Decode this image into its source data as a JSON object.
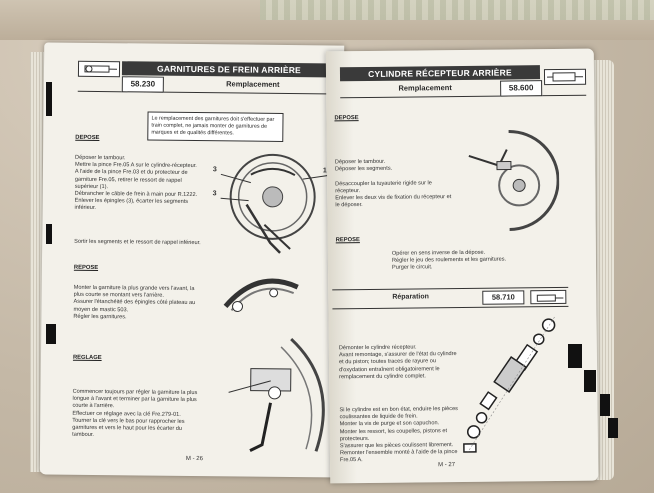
{
  "left": {
    "title": "GARNITURES DE FREIN ARRIÈRE",
    "code": "58.230",
    "subtitle": "Remplacement",
    "note": "Le remplacement des garnitures doit s'effectuer par train complet, ne jamais monter de garnitures de marques et de qualités différentes.",
    "sec_depose": "DEPOSE",
    "depose_text": "Déposer le tambour.\nMettre la pince Fre.05 A sur le cylindre-récepteur.\nA l'aide de la pince Fre.03 et du protecteur de garniture Fre.05, retirer le ressort de rappel supérieur (1).\nDébrancher le câble de frein à main pour R.1222.\nEnlever les épingles (3), écarter les segments inférieur.",
    "sortir_text": "Sortir les segments et le ressort de rappel inférieur.",
    "sec_repose": "REPOSE",
    "repose_text": "Monter la garniture la plus grande vers l'avant, la plus courte se montant vers l'arrière.\nAssurer l'étanchéité des épingles côté plateau au moyen de mastic 503.\nRégler les garnitures.",
    "sec_reglage": "REGLAGE",
    "reglage_text": "Commencer toujours par régler la garniture la plus longue à l'avant et terminer par la garniture la plus courte à l'arrière.\nEffectuer ce réglage avec la clé Fre.279-01.\nTourner la clé vers le bas pour rapprocher les garnitures et vers le haut pour les écarter du tambour.",
    "folio": "M - 26",
    "fig_label_3a": "3",
    "fig_label_3b": "3",
    "fig_label_1": "1"
  },
  "right": {
    "title": "CYLINDRE RÉCEPTEUR ARRIÈRE",
    "code": "58.600",
    "subtitle": "Remplacement",
    "sec_depose": "DEPOSE",
    "depose_text": "Déposer le tambour.\nDéposer les segments.\n\nDésaccoupler la tuyauterie rigide sur le récepteur.\nEnlever les deux vis de fixation du récepteur et le déposer.",
    "sec_repose": "REPOSE",
    "repose_text": "Opérer en sens inverse de la dépose.\nRégler le jeu des roulements et les garnitures.\nPurger le circuit.",
    "rep_title": "Réparation",
    "rep_code": "58.710",
    "rep_text1": "Démonter le cylindre récepteur.\nAvant remontage, s'assurer de l'état du cylindre et du piston; toutes traces de rayure ou d'oxydation entraînent obligatoirement le remplacement du cylindre complet.",
    "rep_text2": "Si le cylindre est en bon état, enduire les pièces coulissantes de liquide de frein.\nMonter la vis de purge et son capuchon.\nMonter les ressort, les coupelles, pistons et protecteurs.\nS'assurer que les pièces coulissent librement.\nRemonter l'ensemble monté à l'aide de la pince Fre.05 A.",
    "folio": "M - 27"
  }
}
